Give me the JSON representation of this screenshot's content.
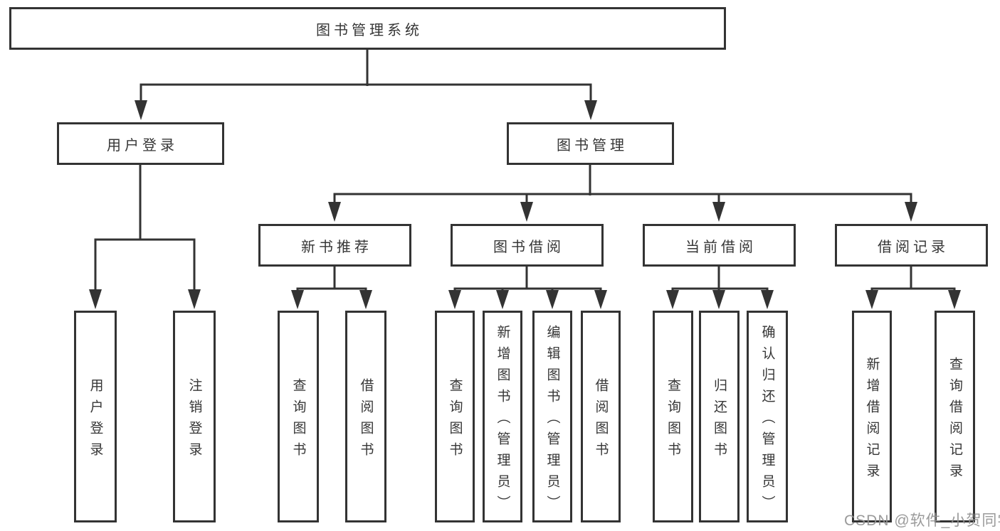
{
  "nodes": {
    "root": "图书管理系统",
    "user_login": "用户登录",
    "book_management": "图书管理",
    "new_book_recommend": "新书推荐",
    "book_borrowing": "图书借阅",
    "current_borrowing": "当前借阅",
    "borrow_records": "借阅记录",
    "leaf_user_login": "用户登录",
    "leaf_logout": "注销登录",
    "leaf_recommend_query_book": "查询图书",
    "leaf_recommend_borrow_book": "借阅图书",
    "leaf_borrowing_query_book": "查询图书",
    "leaf_borrowing_add_book_admin": "新增图书（管理员）",
    "leaf_borrowing_edit_book_admin": "编辑图书（管理员）",
    "leaf_borrowing_borrow_book": "借阅图书",
    "leaf_current_query_book": "查询图书",
    "leaf_current_return_book": "归还图书",
    "leaf_current_confirm_return_admin": "确认归还（管理员）",
    "leaf_records_add_record": "新增借阅记录",
    "leaf_records_query_record": "查询借阅记录"
  },
  "watermark": "CSDN @软件_小贺同学",
  "colors": {
    "line": "#333333",
    "box_border": "#333333",
    "box_background": "#ffffff",
    "text": "#363636",
    "watermark": "#919191"
  }
}
